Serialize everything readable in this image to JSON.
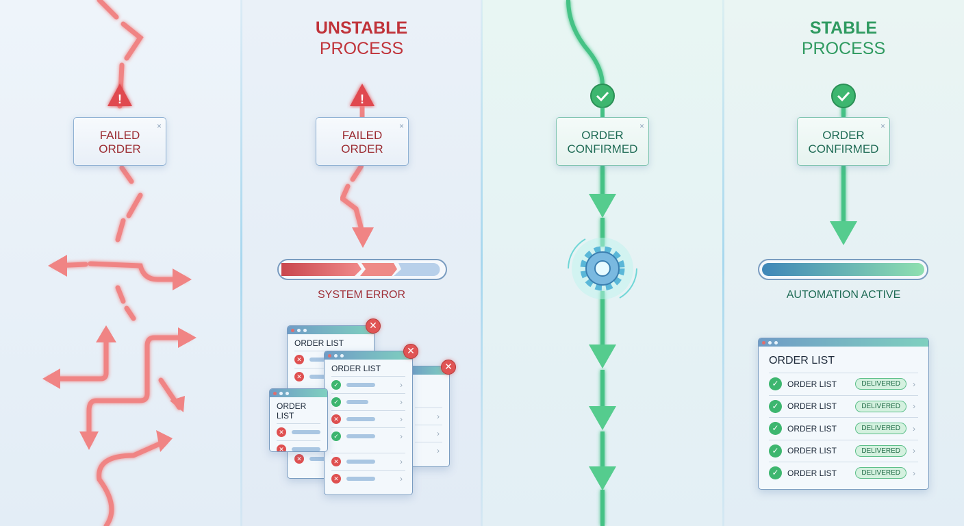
{
  "unstable": {
    "title1": "UNSTABLE",
    "title2": "PROCESS",
    "card_col1": [
      "FAILED",
      "ORDER"
    ],
    "card_col2": [
      "FAILED",
      "ORDER"
    ],
    "close": "×",
    "status": "SYSTEM ERROR",
    "windows": [
      {
        "title": "ORDER LIST",
        "rows": [
          "error",
          "error",
          "error"
        ]
      },
      {
        "title": "ORDER LIST",
        "rows": [
          "error",
          "error"
        ]
      },
      {
        "title": "ORDER LIST",
        "rows": [
          "ok",
          "ok",
          "error",
          "ok",
          "error",
          "error"
        ]
      }
    ]
  },
  "stable": {
    "title1": "STABLE",
    "title2": "PROCESS",
    "card_col3": [
      "ORDER",
      "CONFIRMED"
    ],
    "card_col4": [
      "ORDER",
      "CONFIRMED"
    ],
    "close": "×",
    "status": "AUTOMATION ACTIVE",
    "list": {
      "title": "ORDER LIST",
      "rows": [
        {
          "label": "ORDER LIST",
          "status": "DELIVERED"
        },
        {
          "label": "ORDER LIST",
          "status": "DELIVERED"
        },
        {
          "label": "ORDER LIST",
          "status": "DELIVERED"
        },
        {
          "label": "ORDER LIST",
          "status": "DELIVERED"
        },
        {
          "label": "ORDER LIST",
          "status": "DELIVERED"
        }
      ]
    }
  },
  "colors": {
    "error": "#e05454",
    "ok": "#3db66f"
  }
}
